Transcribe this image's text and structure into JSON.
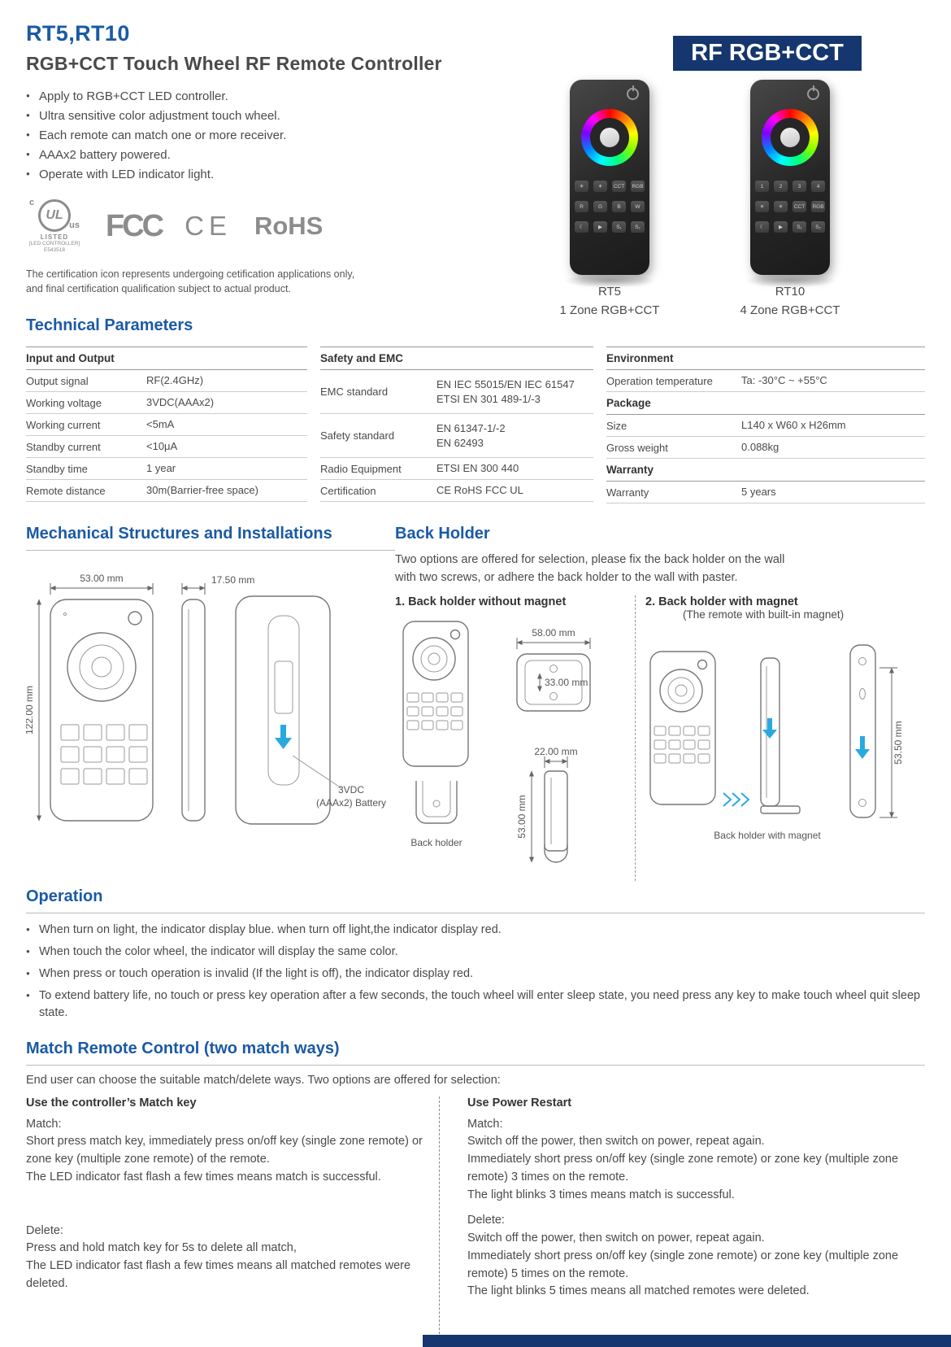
{
  "colors": {
    "accent": "#1b5aa5",
    "navy": "#15366e",
    "arrow_blue": "#2aa9e0"
  },
  "page": {
    "model": "RT5,RT10",
    "title": "RGB+CCT Touch Wheel RF Remote Controller",
    "badge": "RF RGB+CCT"
  },
  "features": [
    "Apply to RGB+CCT LED controller.",
    "Ultra sensitive color adjustment touch wheel.",
    "Each remote can match one or more receiver.",
    "AAAx2 battery powered.",
    "Operate with LED indicator light."
  ],
  "cert": {
    "ul_text": "UL",
    "ul_c": "c",
    "ul_us": "us",
    "ul_listed": "LISTED",
    "ul_sub": "[LED CONTROLLER]",
    "ul_num": "E543518",
    "fcc": "FCC",
    "ce": "CE",
    "rohs": "RoHS",
    "note1": "The certification icon represents undergoing cetification applications only,",
    "note2": "and final certification qualification subject to actual product."
  },
  "products": {
    "rt5": {
      "name": "RT5",
      "zone": "1 Zone RGB+CCT",
      "keys": [
        "☀",
        "☀",
        "CCT",
        "RGB",
        "R",
        "G",
        "B",
        "W",
        "☾",
        "▶",
        "S₁",
        "S₂"
      ]
    },
    "rt10": {
      "name": "RT10",
      "zone": "4 Zone RGB+CCT",
      "keys": [
        "1",
        "2",
        "3",
        "4",
        "☀",
        "☀",
        "CCT",
        "RGB",
        "☾",
        "▶",
        "S₁",
        "S₂"
      ]
    }
  },
  "tech": {
    "heading": "Technical Parameters",
    "io": {
      "header": "Input and Output",
      "rows": [
        {
          "label": "Output signal",
          "value": "RF(2.4GHz)"
        },
        {
          "label": "Working voltage",
          "value": "3VDC(AAAx2)"
        },
        {
          "label": "Working current",
          "value": "<5mA"
        },
        {
          "label": "Standby current",
          "value": "<10μA"
        },
        {
          "label": "Standby time",
          "value": "1 year"
        },
        {
          "label": "Remote distance",
          "value": "30m(Barrier-free space)"
        }
      ]
    },
    "safety": {
      "header": "Safety and EMC",
      "rows": [
        {
          "label": "EMC standard",
          "value": "EN IEC 55015/EN IEC 61547\nETSI EN 301 489-1/-3"
        },
        {
          "label": "Safety standard",
          "value": "EN 61347-1/-2\nEN 62493"
        },
        {
          "label": "Radio Equipment",
          "value": "ETSI EN 300 440"
        },
        {
          "label": "Certification",
          "value": "CE RoHS FCC UL"
        }
      ]
    },
    "env": {
      "header": "Environment",
      "rows": [
        {
          "label": "Operation temperature",
          "value": "Ta: -30°C ~ +55°C"
        }
      ]
    },
    "pkg": {
      "header": "Package",
      "rows": [
        {
          "label": "Size",
          "value": "L140 x W60 x H26mm"
        },
        {
          "label": "Gross weight",
          "value": "0.088kg"
        }
      ]
    },
    "warranty": {
      "header": "Warranty",
      "rows": [
        {
          "label": "Warranty",
          "value": "5 years"
        }
      ]
    }
  },
  "mech": {
    "heading": "Mechanical Structures and Installations",
    "dim_width": "53.00 mm",
    "dim_height": "122.00 mm",
    "dim_depth": "17.50 mm",
    "battery1": "3VDC",
    "battery2": "(AAAx2) Battery"
  },
  "bh": {
    "heading": "Back Holder",
    "intro1": "Two options are offered for selection, please fix the back holder on the wall",
    "intro2": "with two screws, or adhere the back holder to the wall with paster.",
    "o1": {
      "title": "1. Back holder without magnet",
      "dim_w": "58.00 mm",
      "dim_h": "33.00 mm",
      "dim_d": "22.00 mm",
      "dim_side": "53.00 mm",
      "caption": "Back holder"
    },
    "o2": {
      "title": "2. Back holder with magnet",
      "subtitle": "(The remote with built-in magnet)",
      "dim": "53.50 mm",
      "caption": "Back holder with magnet"
    }
  },
  "op": {
    "heading": "Operation",
    "bullets": [
      "When turn on light, the indicator display blue. when turn off light,the indicator display red.",
      "When touch the color wheel, the indicator will display the same color.",
      "When press or touch operation is invalid (If the light is off), the indicator display red.",
      "To extend battery life, no touch or press key operation after a few seconds, the touch wheel will enter sleep state, you need press any key to make touch wheel quit sleep state."
    ]
  },
  "match": {
    "heading": "Match Remote Control (two match ways)",
    "intro": "End user can choose the suitable match/delete ways. Two options are offered for selection:",
    "left": {
      "title": "Use the controller’s Match key",
      "paras": [
        "Match:",
        "Short press match key, immediately press on/off key (single zone remote) or zone key (multiple zone remote) of the remote.",
        "The LED indicator fast flash a few times means match is successful.",
        "Delete:",
        "Press and hold match key for 5s to delete all match,",
        "The LED indicator fast flash a few times means all matched remotes were deleted."
      ]
    },
    "right": {
      "title": "Use Power Restart",
      "paras": [
        "Match:",
        "Switch off the power, then switch on power, repeat again.",
        "Immediately short press on/off key (single zone remote) or zone key (multiple zone remote) 3 times on the remote.",
        "The light blinks 3 times means match is successful.",
        "Delete:",
        "Switch off the power, then switch on power, repeat again.",
        "Immediately short press on/off key (single zone remote) or zone key (multiple zone remote) 5 times on the remote.",
        "The light blinks 5 times means all matched remotes were deleted."
      ]
    }
  }
}
